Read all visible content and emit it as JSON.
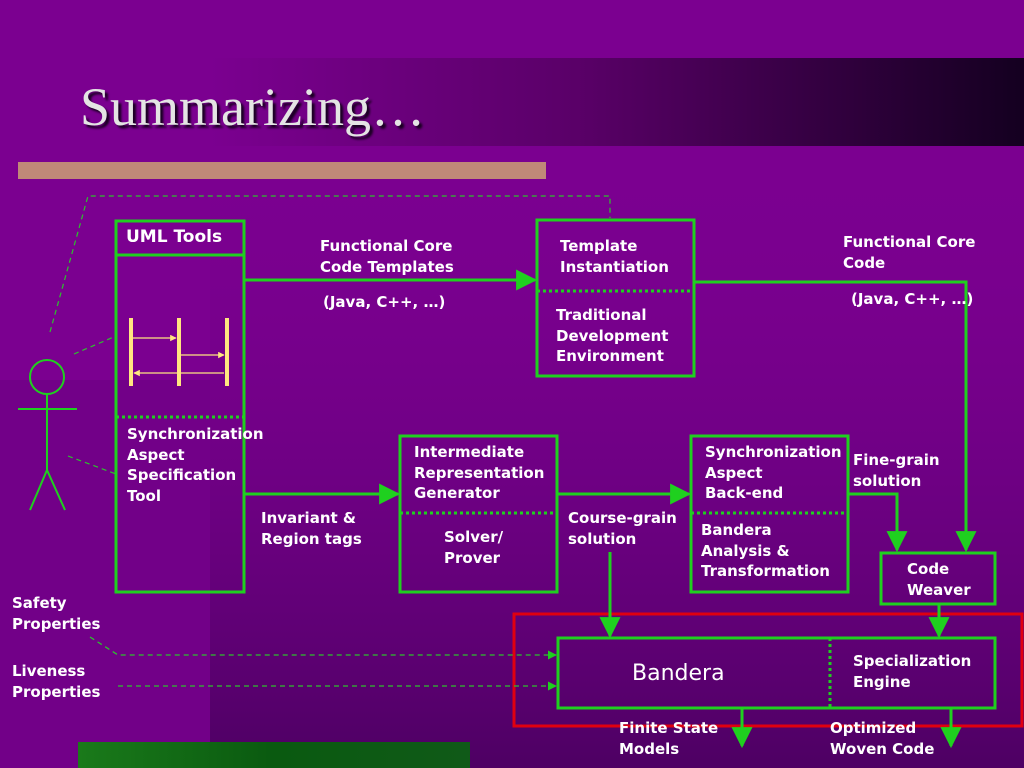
{
  "slide": {
    "title": "Summarizing…",
    "colors": {
      "background": "#7b0090",
      "dark_band": "#1a0028",
      "title_bar": "#c08878",
      "box_stroke": "#1fd01f",
      "highlight_stroke": "#e00010",
      "text": "#ffffff"
    }
  },
  "uml_tools": {
    "title": "UML Tools",
    "tool": [
      "Synchronization",
      "Aspect",
      "Specification",
      "Tool"
    ]
  },
  "template_box": {
    "top": [
      "Template",
      "Instantiation"
    ],
    "bottom": [
      "Traditional",
      "Development",
      "Environment"
    ]
  },
  "ir_box": {
    "top": [
      "Intermediate",
      "Representation",
      "Generator"
    ],
    "bottom": [
      "Solver/",
      "Prover"
    ]
  },
  "sync_box": {
    "top": [
      "Synchronization",
      "Aspect",
      "Back-end"
    ],
    "bottom": [
      "Bandera",
      "Analysis &",
      "Transformation"
    ]
  },
  "code_weaver": [
    "Code",
    "Weaver"
  ],
  "bandera_box": {
    "name": "Bandera",
    "engine": [
      "Specialization",
      "Engine"
    ]
  },
  "edge_labels": {
    "functional_core_templates": [
      "Functional Core",
      "Code Templates"
    ],
    "java_cpp_1": "(Java, C++, …)",
    "functional_core_code": [
      "Functional Core",
      "Code"
    ],
    "java_cpp_2": "(Java, C++, …)",
    "invariant": [
      "Invariant &",
      "Region tags"
    ],
    "course_grain": [
      "Course-grain",
      "solution"
    ],
    "fine_grain": [
      "Fine-grain",
      "solution"
    ],
    "finite_state": [
      "Finite State",
      "Models"
    ],
    "optimized": [
      "Optimized",
      "Woven Code"
    ]
  },
  "properties": {
    "safety": [
      "Safety",
      "Properties"
    ],
    "liveness": [
      "Liveness",
      "Properties"
    ]
  },
  "actor_icon": "stick-figure-icon",
  "sequence_icon": "sequence-diagram-icon"
}
